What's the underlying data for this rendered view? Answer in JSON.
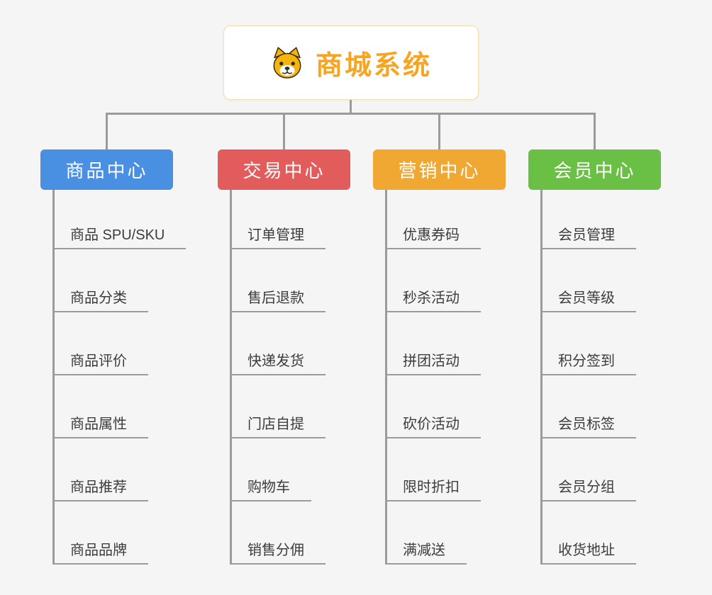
{
  "root": {
    "title": "商城系统",
    "color": "#f7a520",
    "icon": "dog-icon"
  },
  "colors": {
    "background": "#f5f5f5",
    "line": "#9b9b9b"
  },
  "branches": [
    {
      "label": "商品中心",
      "color": "#4a90e2",
      "items": [
        "商品 SPU/SKU",
        "商品分类",
        "商品评价",
        "商品属性",
        "商品推荐",
        "商品品牌"
      ]
    },
    {
      "label": "交易中心",
      "color": "#e25c5c",
      "items": [
        "订单管理",
        "售后退款",
        "快递发货",
        "门店自提",
        "购物车",
        "销售分佣"
      ]
    },
    {
      "label": "营销中心",
      "color": "#f0a832",
      "items": [
        "优惠券码",
        "秒杀活动",
        "拼团活动",
        "砍价活动",
        "限时折扣",
        "满减送"
      ]
    },
    {
      "label": "会员中心",
      "color": "#6abf45",
      "items": [
        "会员管理",
        "会员等级",
        "积分签到",
        "会员标签",
        "会员分组",
        "收货地址"
      ]
    }
  ]
}
